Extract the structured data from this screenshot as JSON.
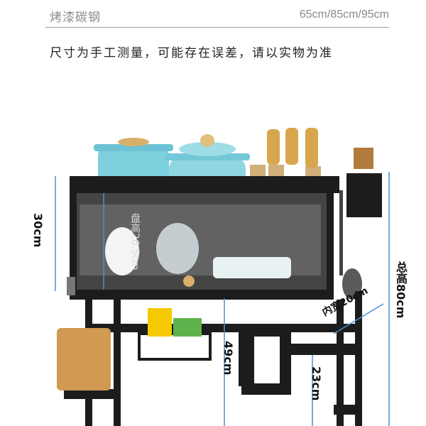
{
  "header": {
    "material": "烤漆碳钢",
    "sizes": "65cm/85cm/95cm"
  },
  "note": "尺寸为手工测量，可能存在误差，请以实物为准",
  "dimensions": {
    "upper_height": "30cm",
    "total_height": "总高80cm",
    "inner_width": "内宽20cm",
    "lower_clearance": "49cm",
    "bottom_height": "23cm",
    "plate_height": "盘高26.5cm"
  },
  "colors": {
    "frame": "#1c1c1c",
    "pot_teal": "#7fd0de",
    "dim_line": "#4a8fd6"
  }
}
